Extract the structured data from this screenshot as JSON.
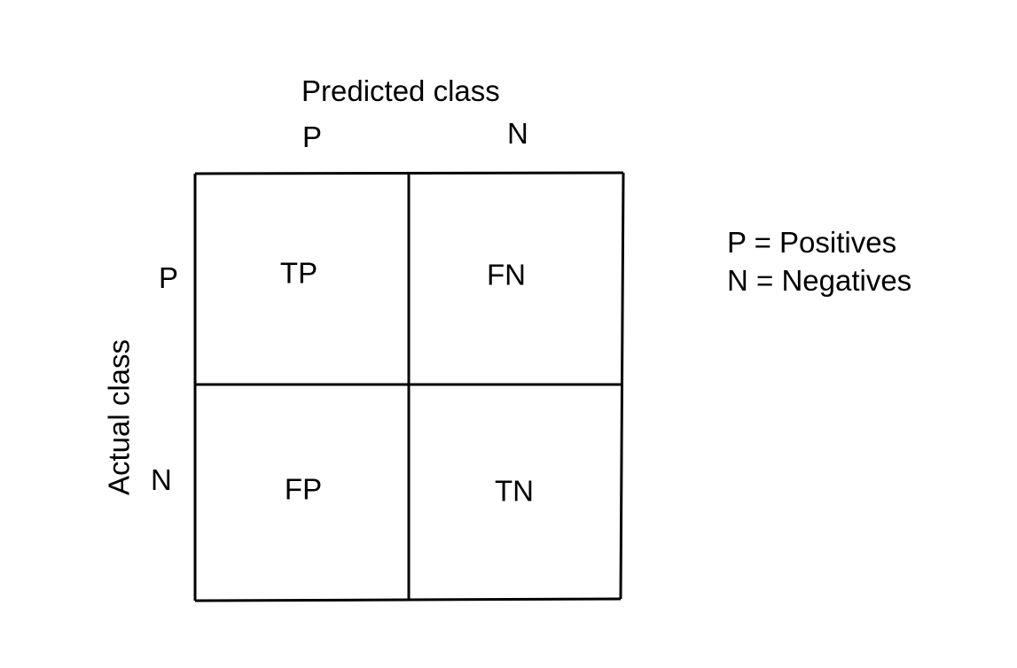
{
  "axes": {
    "predicted_title": "Predicted class",
    "actual_title": "Actual class",
    "predicted_labels": [
      "P",
      "N"
    ],
    "actual_labels": [
      "P",
      "N"
    ]
  },
  "cells": [
    [
      "TP",
      "FN"
    ],
    [
      "FP",
      "TN"
    ]
  ],
  "legend": [
    "P = Positives",
    "N = Negatives"
  ]
}
